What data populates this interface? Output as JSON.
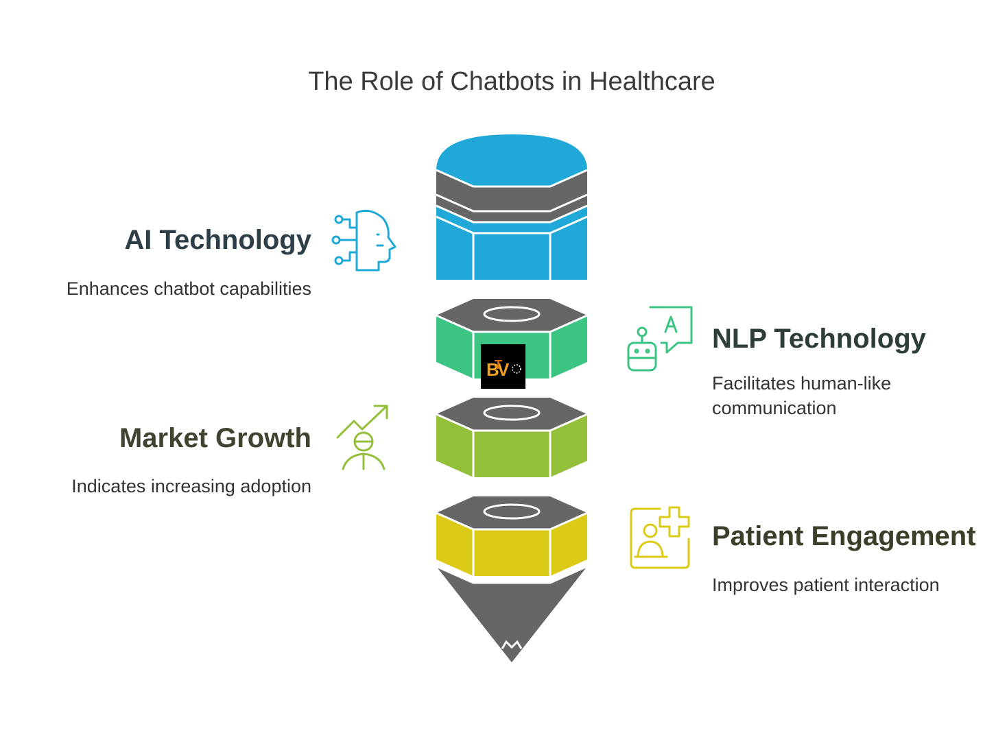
{
  "title": "The Role of Chatbots in Healthcare",
  "colors": {
    "ai": "#20a8d8",
    "nlp": "#3cc483",
    "market": "#94bf3a",
    "patient": "#dccb16",
    "rim": "#666666",
    "head_ai": "#2d3e47",
    "head_nlp": "#2d3e3a",
    "head_market": "#3f4430",
    "head_patient": "#3d3e2a"
  },
  "items": {
    "ai": {
      "heading": "AI Technology",
      "description": "Enhances chatbot capabilities",
      "icon": "ai-head-icon"
    },
    "nlp": {
      "heading": "NLP Technology",
      "description": "Facilitates human-like communication",
      "icon": "chatbot-icon"
    },
    "market": {
      "heading": "Market Growth",
      "description": "Indicates increasing adoption",
      "icon": "growth-person-icon"
    },
    "patient": {
      "heading": "Patient Engagement",
      "description": "Improves patient interaction",
      "icon": "patient-plus-icon"
    }
  },
  "logo": {
    "text": "BTV",
    "icon": "btv-logo-icon"
  }
}
